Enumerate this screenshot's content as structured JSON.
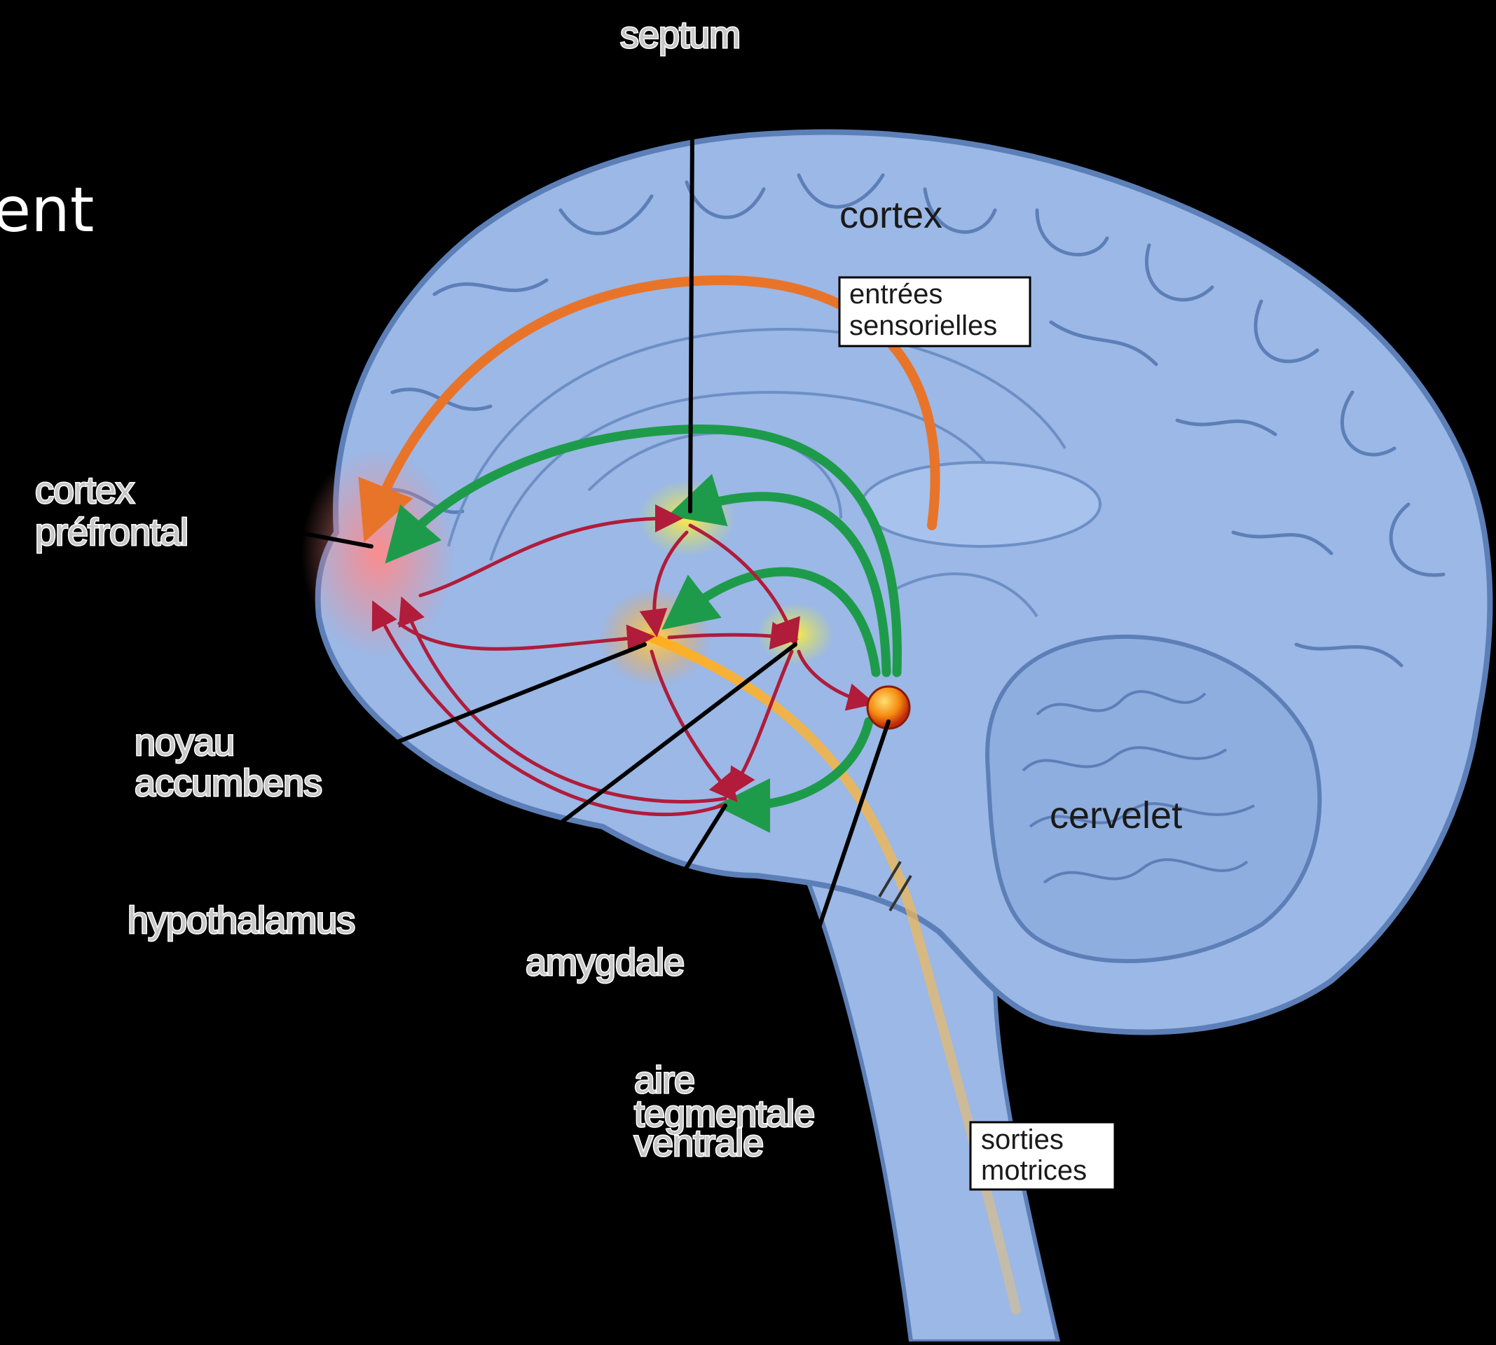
{
  "title_fragment": "ent",
  "labels": {
    "septum": "septum",
    "cortex": "cortex",
    "cortex_prefrontal_line1": "cortex",
    "cortex_prefrontal_line2": "préfrontal",
    "noyau_accumbens_line1": "noyau",
    "noyau_accumbens_line2": "accumbens",
    "hypothalamus": "hypothalamus",
    "amygdale": "amygdale",
    "aire_tegmentale_line1": "aire",
    "aire_tegmentale_line2": "tegmentale",
    "aire_tegmentale_line3": "ventrale",
    "cervelet": "cervelet"
  },
  "boxes": {
    "entrees_line1": "entrées",
    "entrees_line2": "sensorielles",
    "sorties_line1": "sorties",
    "sorties_line2": "motrices"
  },
  "colors": {
    "background": "#000000",
    "brain_fill": "#9bb8e6",
    "brain_outline": "#5d7fb8",
    "sensory_arrow": "#e8742a",
    "reward_arrow": "#1e9b4a",
    "red_arrow": "#b01c3a",
    "motor_path": "#f2b02a"
  }
}
